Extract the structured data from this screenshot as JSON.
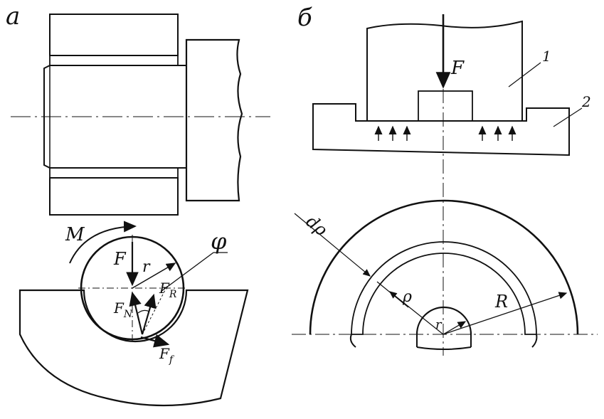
{
  "panel_labels": {
    "a": "а",
    "b": "б"
  },
  "view_a_lower": {
    "moment": "M",
    "force": "F",
    "radius": "r",
    "angle": "φ",
    "normal_force": "F",
    "normal_force_sub": "N",
    "resultant": "F",
    "resultant_sub": "R",
    "friction": "F",
    "friction_sub": "f"
  },
  "view_b_top": {
    "force": "F",
    "part_1": "1",
    "part_2": "2"
  },
  "view_b_bottom": {
    "d_rho": "dρ",
    "rho": "ρ",
    "outer_radius": "R",
    "inner_radius": "r"
  }
}
